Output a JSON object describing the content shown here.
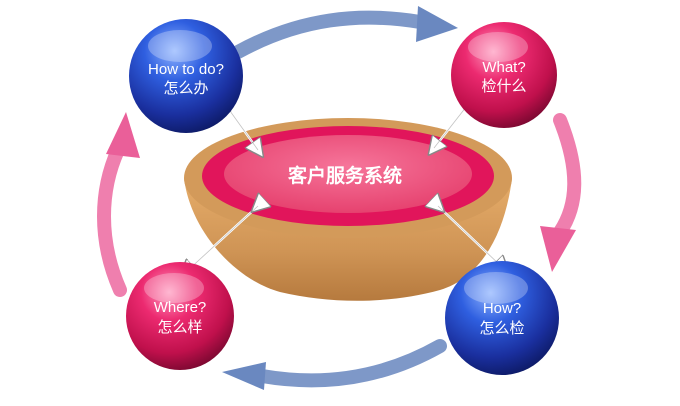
{
  "center": {
    "label": "客户服务系统"
  },
  "nodes": {
    "how_to_do": {
      "en": "How to do?",
      "zh": "怎么办"
    },
    "what": {
      "en": "What?",
      "zh": "检什么"
    },
    "how": {
      "en": "How?",
      "zh": "怎么检"
    },
    "where": {
      "en": "Where?",
      "zh": "怎么样"
    }
  },
  "colors": {
    "blue": "#1f3fb8",
    "magenta": "#e0165e",
    "cycle_arrow_blue": "#7e98c8",
    "cycle_arrow_pink": "#ef7fae",
    "bowl_outer": "#d29a5c",
    "bowl_rim": "#e2145a",
    "bowl_inner": "#ee5a85"
  },
  "icons": [
    "double-arrow-icon",
    "curved-arrow-icon"
  ]
}
